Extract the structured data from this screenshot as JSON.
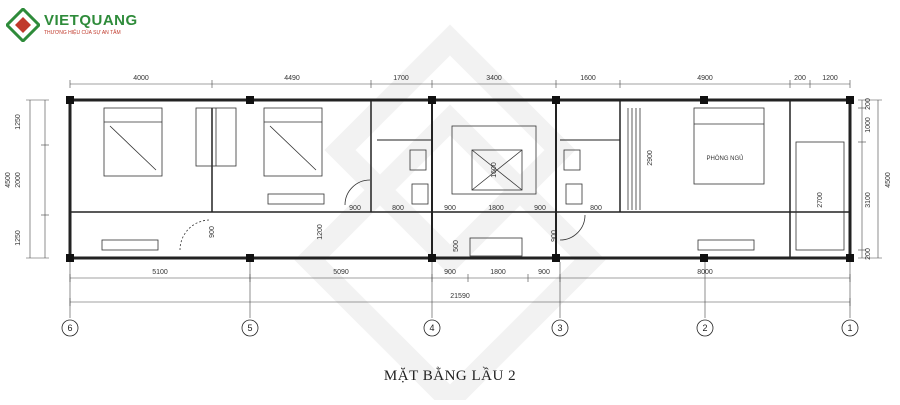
{
  "brand": {
    "name": "VIETQUANG",
    "slogan": "THƯƠNG HIỆU CỦA SỰ AN TÂM",
    "colors": {
      "green": "#2e8b3a",
      "red": "#c0392b"
    }
  },
  "dimensions": {
    "top": [
      "4000",
      "4490",
      "1700",
      "3400",
      "1600",
      "4900",
      "200",
      "1200"
    ],
    "bottom": [
      "5100",
      "5090",
      "900",
      "1800",
      "900",
      "8000"
    ],
    "total": "21590",
    "left": [
      "1250",
      "2000",
      "1250"
    ],
    "left_total": "4500",
    "right": [
      "200",
      "1000",
      "3100",
      "200"
    ],
    "right_total": "4500",
    "interior": {
      "d900_a": "900",
      "d800_a": "800",
      "d900_b": "900",
      "d1800_a": "1800",
      "d900_c": "900",
      "d800_b": "800",
      "d1200": "1200",
      "d1600": "1600",
      "d500": "500",
      "d900_door_left": "900",
      "d900_door_mid": "900",
      "d2900": "2900",
      "d2700": "2700"
    }
  },
  "room_label": "PHÒNG NGỦ",
  "axes": [
    "6",
    "5",
    "4",
    "3",
    "2",
    "1"
  ],
  "title": "MẶT BẰNG LẦU 2",
  "colors": {
    "line": "#222222",
    "dim": "#333333",
    "watermark": "#f4f4f4"
  }
}
